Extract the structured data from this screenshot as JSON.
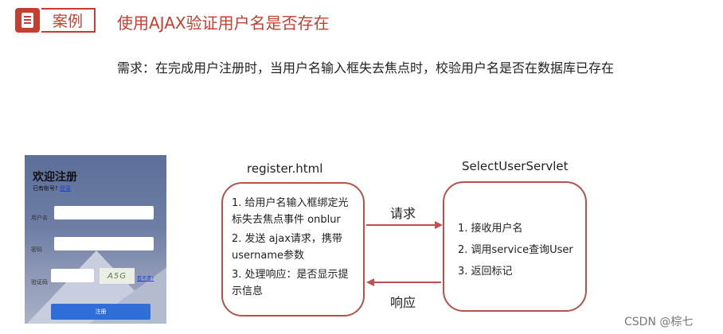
{
  "header": {
    "tag": "案例",
    "title": "使用AJAX验证用户名是否存在"
  },
  "requirement": "需求：在完成用户注册时，当用户名输入框失去焦点时，校验用户名是否在数据库已存在",
  "form": {
    "title": "欢迎注册",
    "account_hint": "已有帐号?",
    "login_link": "登录",
    "username_label": "用户名",
    "password_label": "密码",
    "code_label": "验证码",
    "captcha_text": "A5G",
    "change_link": "看不清?",
    "submit_label": "注册"
  },
  "diagram": {
    "client": {
      "name": "register.html",
      "steps": [
        "1. 给用户名输入框绑定光标失去焦点事件 onblur",
        "2. 发送 ajax请求，携带username参数",
        "3. 处理响应：是否显示提示信息"
      ]
    },
    "server": {
      "name": "SelectUserServlet",
      "steps": [
        "1. 接收用户名",
        "2. 调用service查询User",
        "3. 返回标记"
      ]
    },
    "request_label": "请求",
    "response_label": "响应"
  },
  "watermark": "CSDN @棕七",
  "colors": {
    "accent": "#c43f2f",
    "box_border": "#b4534a",
    "arrow": "#c0504d"
  }
}
